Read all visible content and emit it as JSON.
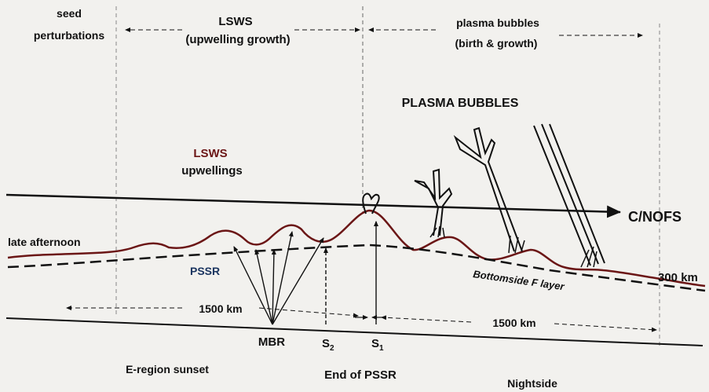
{
  "header": {
    "seed_line1": "seed",
    "seed_line2": "perturbations",
    "lsws_line1": "LSWS",
    "lsws_line2": "(upwelling growth)",
    "bubbles_line1": "plasma bubbles",
    "bubbles_line2": "(birth & growth)"
  },
  "labels": {
    "plasma_bubbles": "PLASMA BUBBLES",
    "lsws": "LSWS",
    "upwellings": "upwellings",
    "cnofs": "C/NOFS",
    "late_afternoon": "late afternoon",
    "pssr": "PSSR",
    "bottomside": "Bottomside F layer",
    "altitude": "300 km",
    "distance_left": "1500 km",
    "distance_right": "1500 km",
    "mbr": "MBR",
    "s2": "S",
    "s2_sub": "2",
    "s1": "S",
    "s1_sub": "1",
    "e_region_sunset": "E-region sunset",
    "end_of_pssr": "End of PSSR",
    "nightside": "Nightside"
  },
  "colors": {
    "wave": "#6b1616",
    "pssr_label": "#1b3560",
    "ink": "#111111"
  }
}
